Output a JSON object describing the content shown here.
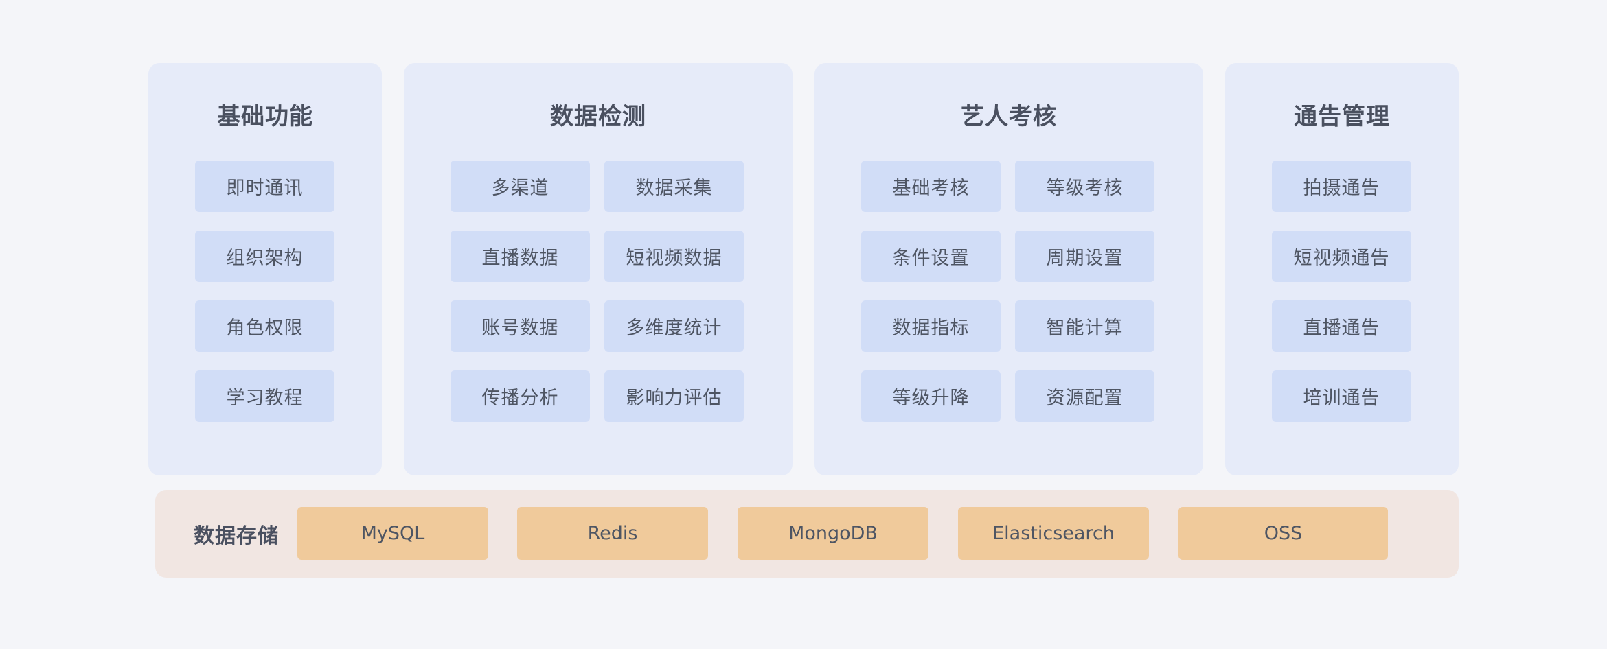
{
  "panels": [
    {
      "title": "基础功能",
      "items": [
        "即时通讯",
        "组织架构",
        "角色权限",
        "学习教程"
      ]
    },
    {
      "title": "数据检测",
      "items": [
        "多渠道",
        "数据采集",
        "直播数据",
        "短视频数据",
        "账号数据",
        "多维度统计",
        "传播分析",
        "影响力评估"
      ]
    },
    {
      "title": "艺人考核",
      "items": [
        "基础考核",
        "等级考核",
        "条件设置",
        "周期设置",
        "数据指标",
        "智能计算",
        "等级升降",
        "资源配置"
      ]
    },
    {
      "title": "通告管理",
      "items": [
        "拍摄通告",
        "短视频通告",
        "直播通告",
        "培训通告"
      ]
    }
  ],
  "storage": {
    "label": "数据存储",
    "items": [
      "MySQL",
      "Redis",
      "MongoDB",
      "Elasticsearch",
      "OSS"
    ]
  },
  "colors": {
    "background": "#f4f5f9",
    "panel": "#e6ebf9",
    "chip": "#d1ddf7",
    "storage_band": "#f1e6e2",
    "storage_chip": "#f0ca9b",
    "text": "#4e5563"
  }
}
